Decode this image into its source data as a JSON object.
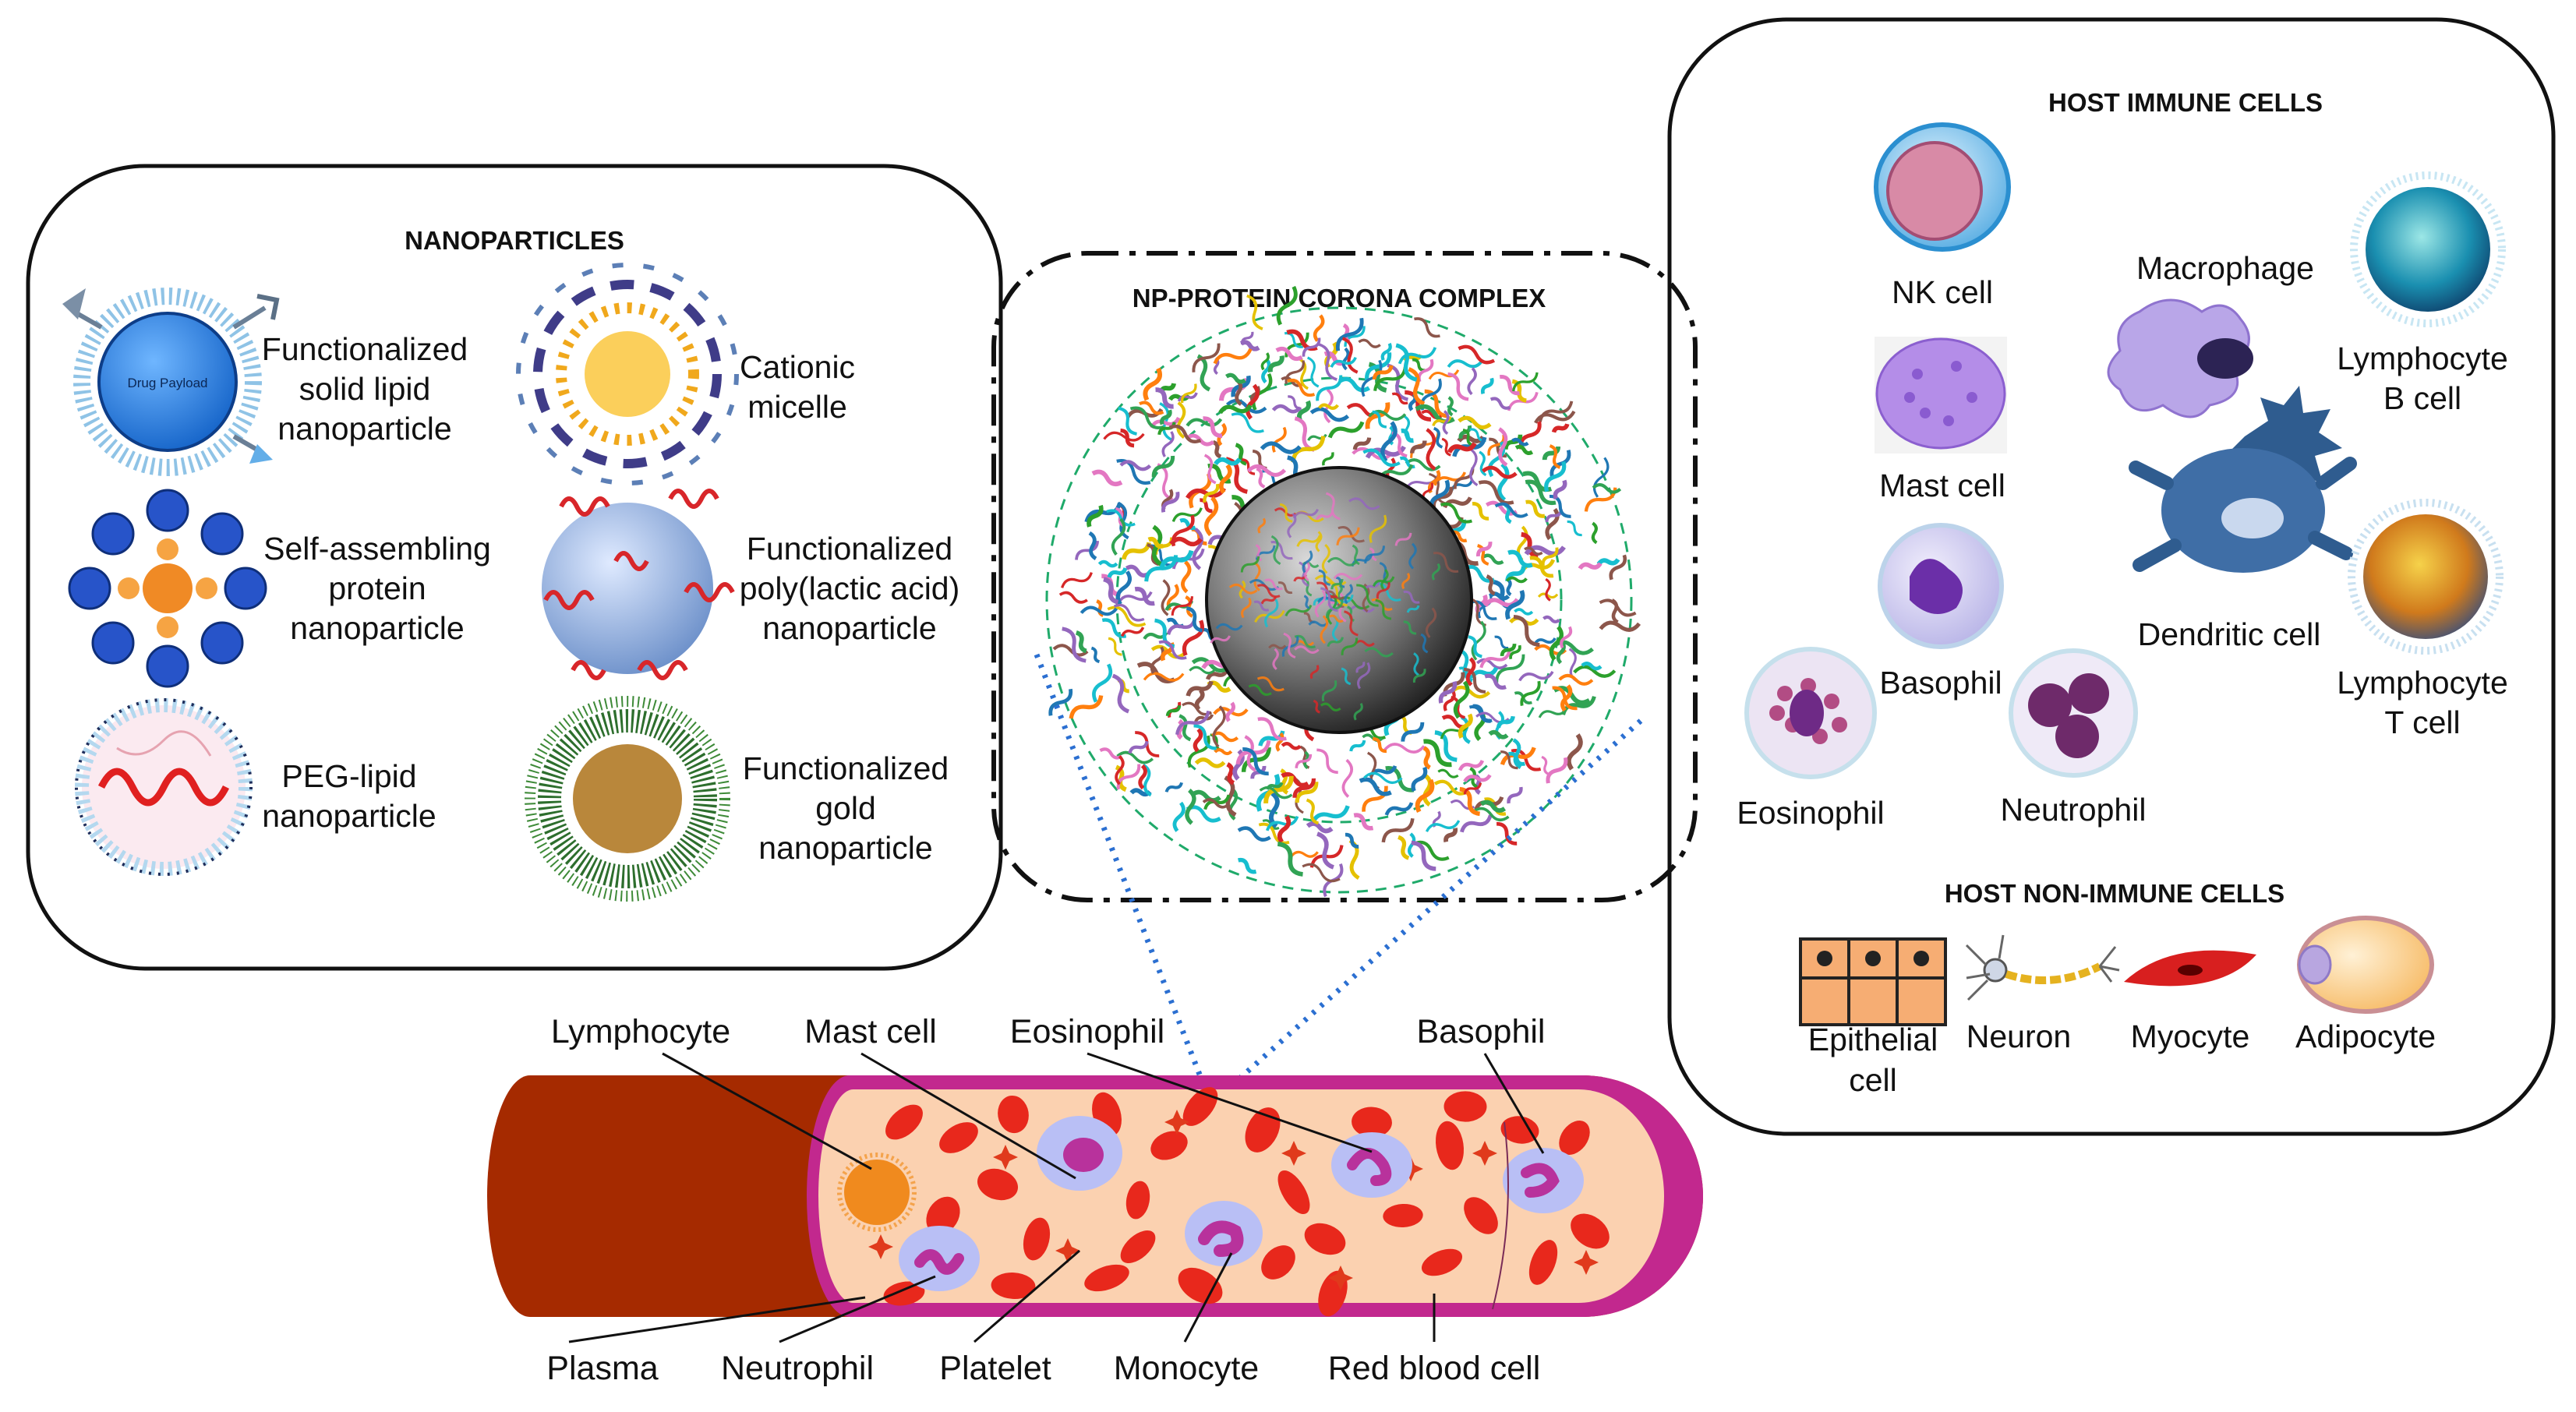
{
  "nanoparticles": {
    "title": "NANOPARTICLES",
    "payload_text": "Drug Payload",
    "items": [
      {
        "lines": [
          "Functionalized",
          "solid lipid",
          "nanoparticle"
        ]
      },
      {
        "lines": [
          "Cationic",
          "micelle"
        ]
      },
      {
        "lines": [
          "Self-assembling",
          "protein",
          "nanoparticle"
        ]
      },
      {
        "lines": [
          "Functionalized",
          "poly(lactic acid)",
          "nanoparticle"
        ]
      },
      {
        "lines": [
          "PEG-lipid",
          "nanoparticle"
        ]
      },
      {
        "lines": [
          "Functionalized",
          "gold",
          "nanoparticle"
        ]
      }
    ]
  },
  "corona": {
    "title": "NP-PROTEIN CORONA COMPLEX"
  },
  "immune": {
    "title": "HOST IMMUNE CELLS",
    "cells": [
      {
        "label": [
          "NK cell"
        ]
      },
      {
        "label": [
          "Macrophage"
        ]
      },
      {
        "label": [
          "Lymphocyte",
          "B cell"
        ]
      },
      {
        "label": [
          "Mast cell"
        ]
      },
      {
        "label": [
          "Dendritic cell"
        ]
      },
      {
        "label": [
          "Basophil"
        ]
      },
      {
        "label": [
          "Lymphocyte",
          "T cell"
        ]
      },
      {
        "label": [
          "Eosinophil"
        ]
      },
      {
        "label": [
          "Neutrophil"
        ]
      }
    ]
  },
  "nonimmune": {
    "title": "HOST NON-IMMUNE CELLS",
    "cells": [
      {
        "label": [
          "Epithelial",
          "cell"
        ]
      },
      {
        "label": [
          "Neuron"
        ]
      },
      {
        "label": [
          "Myocyte"
        ]
      },
      {
        "label": [
          "Adipocyte"
        ]
      }
    ]
  },
  "vessel": {
    "top_labels": [
      "Lymphocyte",
      "Mast cell",
      "Eosinophil",
      "Basophil"
    ],
    "bottom_labels": [
      "Plasma",
      "Neutrophil",
      "Platelet",
      "Monocyte",
      "Red blood cell"
    ]
  },
  "colors": {
    "vessel_outer": "#a52a00",
    "vessel_wall": "#c2288e",
    "plasma": "#fbd1b0",
    "rbc": "#e8281c",
    "leukocyte": "#b9bff5",
    "nucleus": "#b8329c",
    "dotted_line": "#2b6fd1",
    "corona_dash": "#1faa6a"
  }
}
